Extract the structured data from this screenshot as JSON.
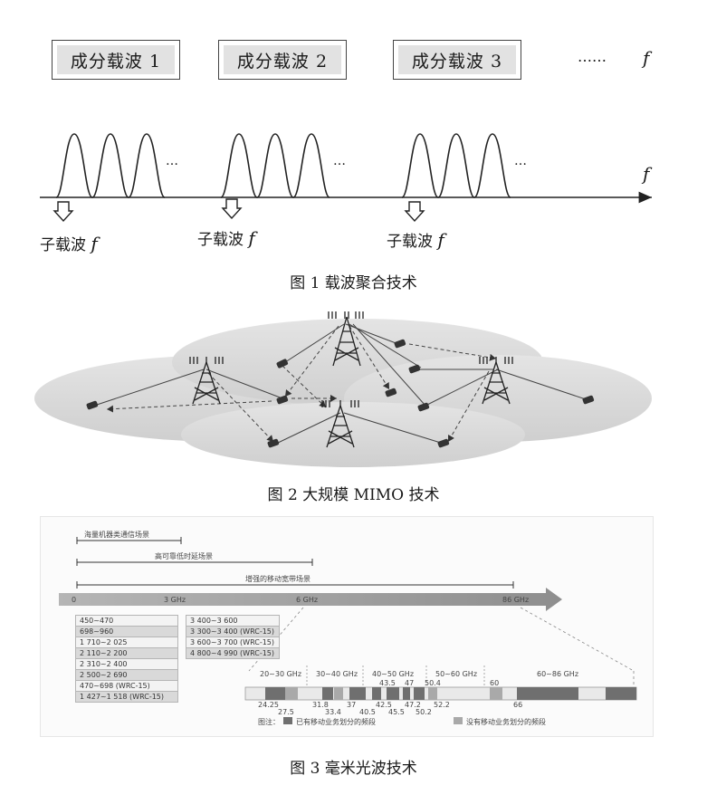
{
  "fig1": {
    "carriers": [
      "成分载波 1",
      "成分载波 2",
      "成分载波 3"
    ],
    "ellipsis": "……",
    "axis_symbol": "f",
    "subcarrier_label": "子载波",
    "subcarrier_symbol": "f",
    "dots": "…",
    "caption": "图 1   载波聚合技术"
  },
  "fig2": {
    "caption": "图 2   大规模 MIMO 技术"
  },
  "fig3": {
    "range_labels": [
      "海量机器类通信场景",
      "高可靠低时延场景",
      "增强的移动宽带场景"
    ],
    "axis_ticks": [
      "0",
      "3 GHz",
      "6 GHz",
      "86 GHz"
    ],
    "low_bands": [
      "450~470",
      "698~960",
      "1 710~2 025",
      "2 110~2 200",
      "2 310~2 400",
      "2 500~2 690",
      "470~698 (WRC-15)",
      "1 427~1 518 (WRC-15)"
    ],
    "mid_bands": [
      "3 400~3 600",
      "3 300~3 400 (WRC-15)",
      "3 600~3 700 (WRC-15)",
      "4 800~4 990 (WRC-15)"
    ],
    "mm_groups": [
      "20~30 GHz",
      "30~40 GHz",
      "40~50 GHz",
      "50~60 GHz",
      "60~86 GHz"
    ],
    "top_numbers": [
      "43.5",
      "47",
      "50.4",
      "60"
    ],
    "bottom_numbers": [
      "24.25",
      "27.5",
      "31.8",
      "33.4",
      "37",
      "40.5",
      "42.5",
      "45.5",
      "47.2",
      "50.2",
      "52.2",
      "66"
    ],
    "legend_prefix": "图注：",
    "legend_a": "已有移动业务划分的频段",
    "legend_b": "没有移动业务划分的频段",
    "caption": "图 3   毫米光波技术"
  }
}
